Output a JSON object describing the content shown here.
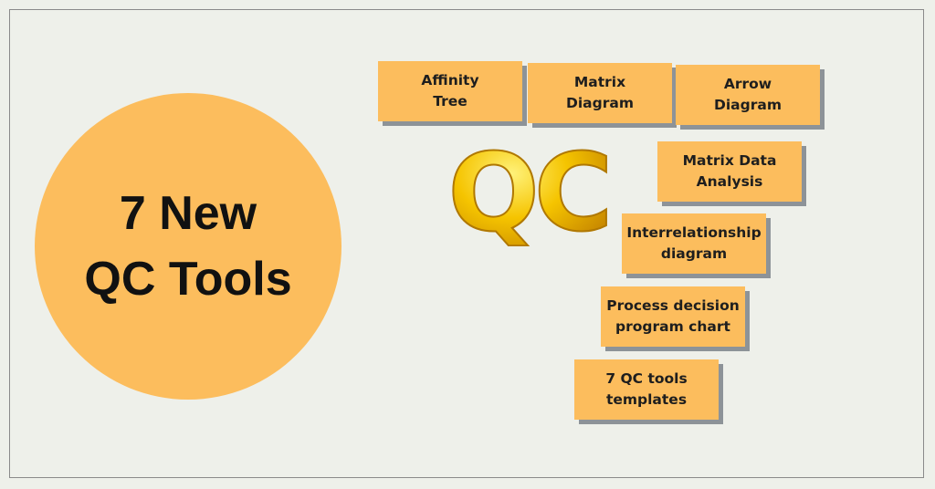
{
  "title": {
    "line1": "7 New",
    "line2": "QC Tools"
  },
  "logo_text": "QC",
  "tools": [
    {
      "label": "Affinity\nTree"
    },
    {
      "label": "Matrix\nDiagram"
    },
    {
      "label": "Arrow\nDiagram"
    },
    {
      "label": "Matrix Data\nAnalysis"
    },
    {
      "label": "Interrelationship\ndiagram"
    },
    {
      "label": "Process decision\nprogram chart"
    },
    {
      "label": "7 QC tools\ntemplates"
    }
  ],
  "colors": {
    "accent": "#fcbd5d",
    "background": "#eef0ea",
    "shadow": "#8d9398",
    "gold": "#f5c400"
  }
}
